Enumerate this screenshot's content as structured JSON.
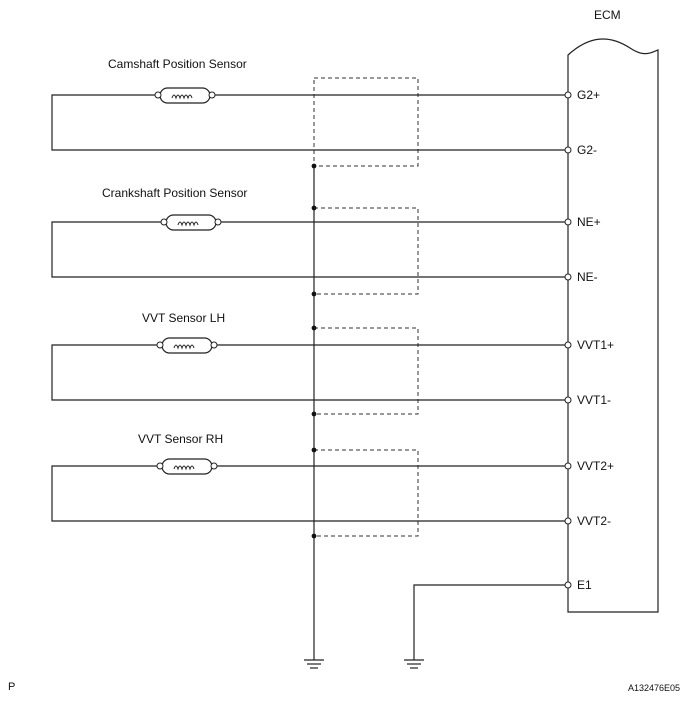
{
  "ecm": {
    "label": "ECM"
  },
  "sensors": [
    {
      "label": "Camshaft Position Sensor",
      "pin_pos": "G2+",
      "pin_neg": "G2-"
    },
    {
      "label": "Crankshaft Position Sensor",
      "pin_pos": "NE+",
      "pin_neg": "NE-"
    },
    {
      "label": "VVT Sensor LH",
      "pin_pos": "VVT1+",
      "pin_neg": "VVT1-"
    },
    {
      "label": "VVT Sensor RH",
      "pin_pos": "VVT2+",
      "pin_neg": "VVT2-"
    }
  ],
  "ground_pin": "E1",
  "footer": {
    "left_code": "P",
    "right_code": "A132476E05"
  },
  "icons": {
    "coil": "sensor-coil-icon",
    "ground": "ground-icon"
  }
}
